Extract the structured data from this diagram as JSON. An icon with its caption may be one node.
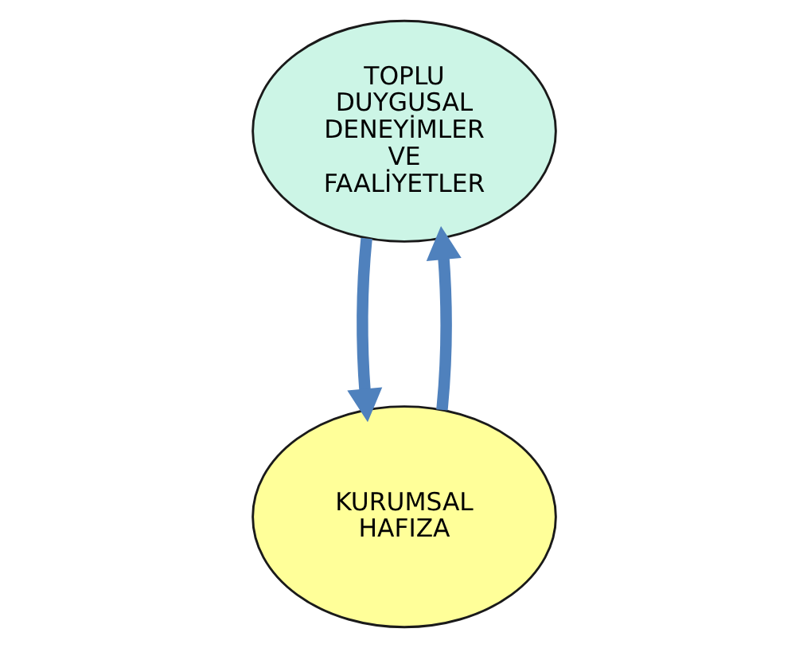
{
  "diagram": {
    "nodes": [
      {
        "text": [
          "TOPLU DUYGUSAL DENEYİMLER VE FAALİYETLER"
        ]
      },
      {
        "text": [
          "KURUMSAL HAFIZA"
        ]
      }
    ],
    "edges": [
      {
        "from": 0,
        "to": 1,
        "arrow": "to"
      },
      {
        "from": 1,
        "to": 0,
        "arrow": "to"
      }
    ]
  }
}
